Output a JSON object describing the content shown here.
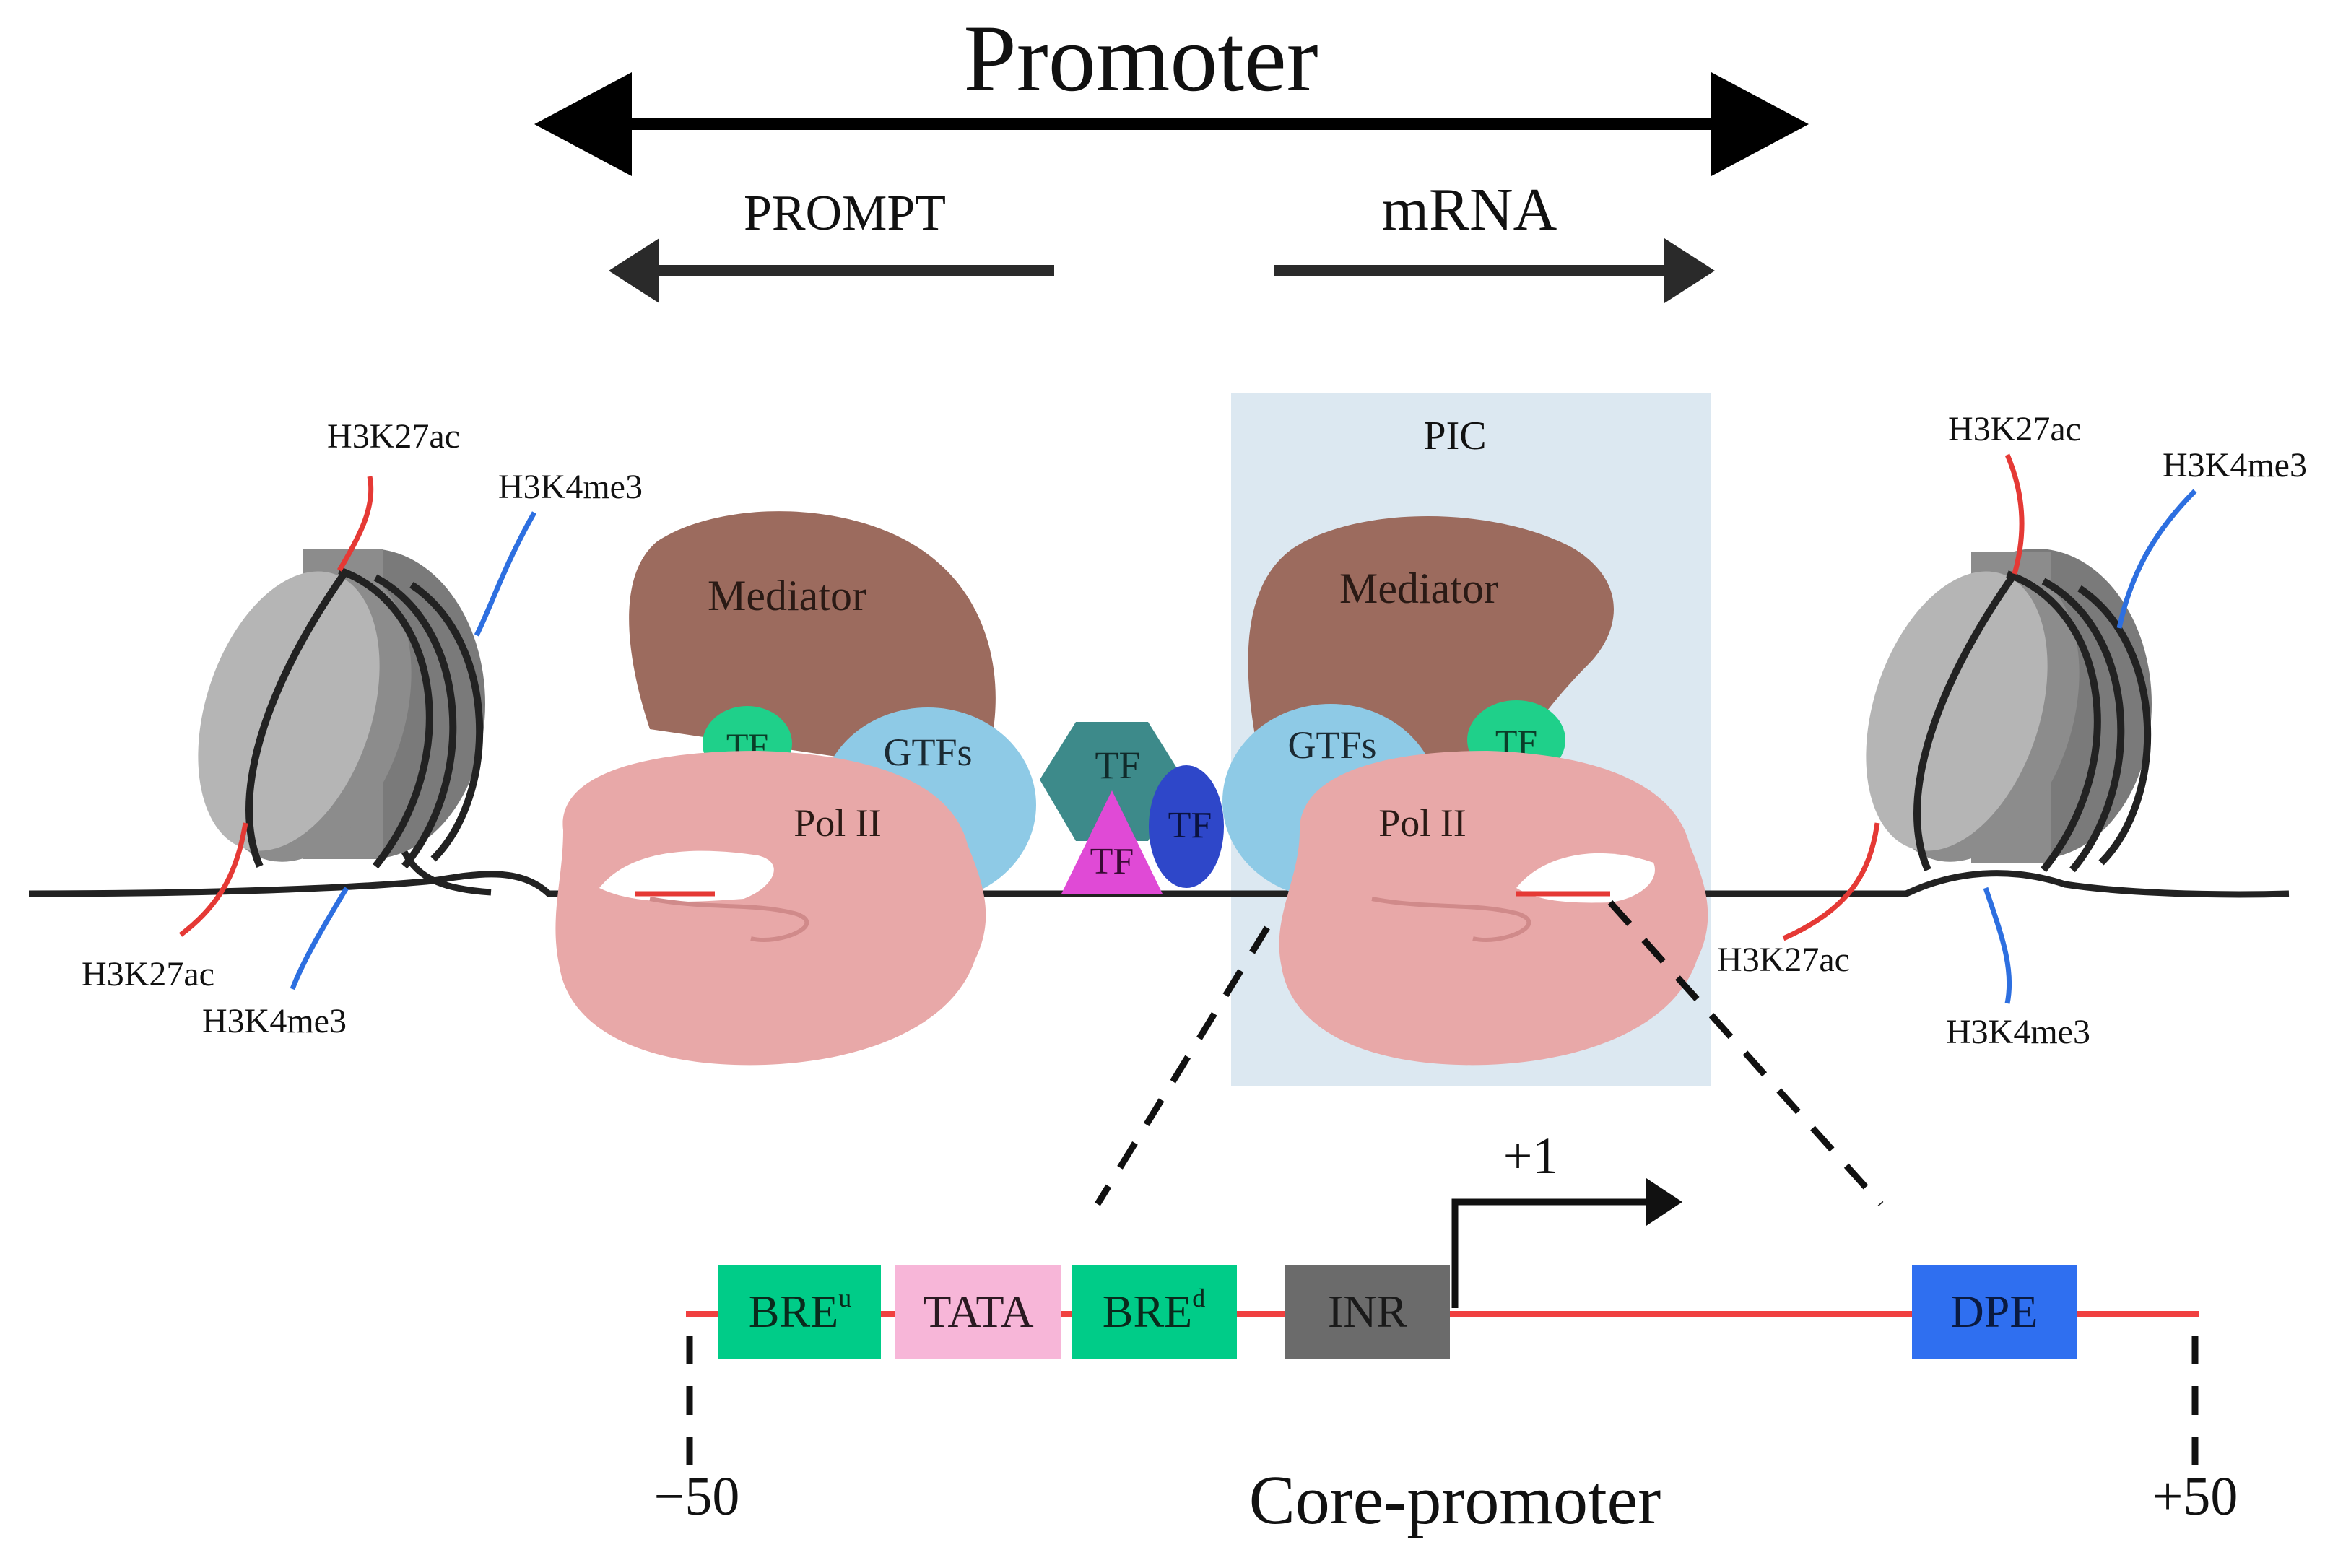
{
  "promoter": {
    "label": "Promoter"
  },
  "prompt": {
    "label": "PROMPT"
  },
  "mrna": {
    "label": "mRNA"
  },
  "pic": {
    "label": "PIC"
  },
  "complexes": {
    "left": {
      "mediator": "Mediator",
      "polii": "Pol II",
      "gtfs": "GTFs",
      "tf": "TF"
    },
    "center": {
      "tf_hex": "TF",
      "tf_oval": "TF",
      "tf_triangle": "TF"
    },
    "right": {
      "mediator": "Mediator",
      "polii": "Pol II",
      "gtfs": "GTFs",
      "tf": "TF"
    }
  },
  "histone_marks": {
    "left": {
      "top_red": "H3K27ac",
      "top_blue": "H3K4me3",
      "bottom_red": "H3K27ac",
      "bottom_blue": "H3K4me3"
    },
    "right": {
      "top_red": "H3K27ac",
      "top_blue": "H3K4me3",
      "bottom_red": "H3K27ac",
      "bottom_blue": "H3K4me3"
    }
  },
  "core_promoter": {
    "title": "Core-promoter",
    "start": "−50",
    "end": "+50",
    "tss": "+1",
    "elements": {
      "breu": {
        "base": "BRE",
        "sup": "u"
      },
      "tata": "TATA",
      "bred": {
        "base": "BRE",
        "sup": "d"
      },
      "inr": "INR",
      "dpe": "DPE"
    }
  },
  "colors": {
    "mediator": "#9c6b5e",
    "polii": "#e8a8a8",
    "gtfs": "#8ecae6",
    "tf_green": "#1fd08a",
    "tf_teal": "#3d8a8a",
    "tf_blue": "#2e47c9",
    "tf_magenta": "#e04ad6",
    "pic_box": "#dce8f1",
    "h3k27ac": "#e53935",
    "h3k4me3": "#2d6fe0",
    "dna": "#222222",
    "core_line": "#f04040",
    "bre": "#00cc88",
    "tata": "#f7b6d8",
    "inr": "#6b6b6b",
    "dpe": "#2f6ff0"
  }
}
